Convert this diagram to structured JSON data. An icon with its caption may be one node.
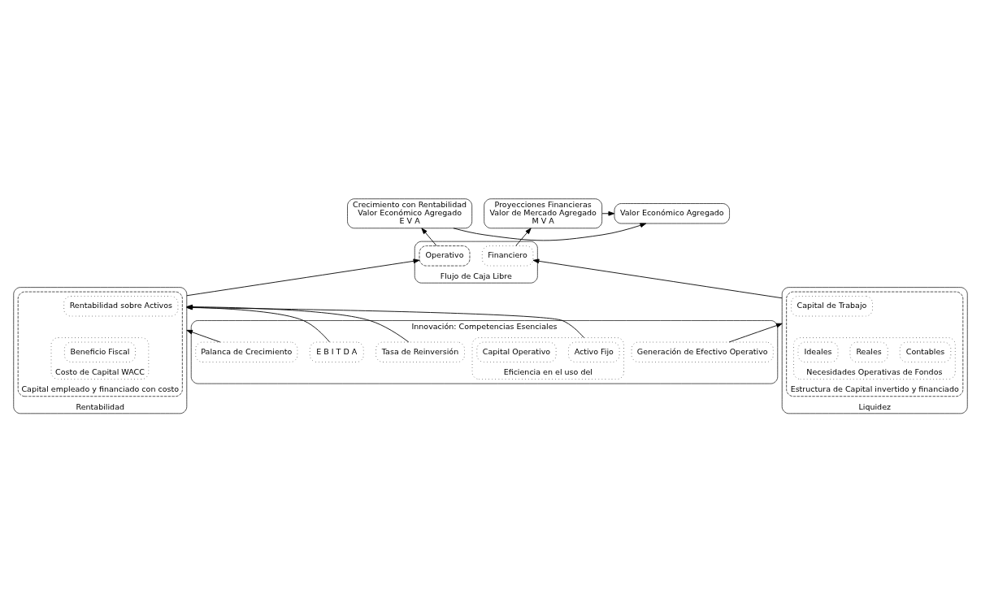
{
  "diagram": {
    "nodes": [
      {
        "text": [
          "Crecimiento con Rentabilidad",
          "Valor Económico Agregado",
          "E V A"
        ]
      },
      {
        "text": [
          "Valor Económico Agregado"
        ]
      },
      {
        "text": [
          "Proyecciones Financieras",
          "Valor de Mercado Agregado",
          "M V A"
        ]
      },
      {
        "text": [
          "Flujo de Caja Libre"
        ]
      },
      {
        "text": [
          "Operativo"
        ],
        "in": 3
      },
      {
        "text": [
          "Financiero"
        ],
        "in": 3
      },
      {
        "text": [
          "Rentabilidad"
        ]
      },
      {
        "text": [
          "Capital empleado y financiado con costo"
        ],
        "in": 6
      },
      {
        "text": [
          "Rentabilidad sobre Activos"
        ],
        "in": 7
      },
      {
        "text": [
          "Costo de Capital WACC"
        ],
        "in": 7
      },
      {
        "text": [
          "Beneficio Fiscal"
        ],
        "in": 9
      },
      {
        "text": [
          "Liquidez"
        ]
      },
      {
        "text": [
          "Estructura de Capital invertido y financiado"
        ],
        "in": 11
      },
      {
        "text": [
          "Capital de Trabajo"
        ],
        "in": 12
      },
      {
        "text": [
          "Necesidades Operativas de Fondos"
        ],
        "in": 12
      },
      {
        "text": [
          "Contables"
        ],
        "in": 14
      },
      {
        "text": [
          "Reales"
        ],
        "in": 14
      },
      {
        "text": [
          "Ideales"
        ],
        "in": 14
      },
      {
        "text": [
          "Innovación: Competencias Esenciales"
        ]
      },
      {
        "text": [
          "Tasa de Reinversión"
        ],
        "in": 18
      },
      {
        "text": [
          "Eficiencia en el uso del"
        ],
        "in": 18
      },
      {
        "text": [
          "Activo Fijo"
        ],
        "in": 20
      },
      {
        "text": [
          "Capital Operativo"
        ],
        "in": 20
      },
      {
        "text": [
          "E B I T D A"
        ],
        "in": 18
      },
      {
        "text": [
          "Palanca de Crecimiento"
        ],
        "in": 18
      },
      {
        "text": [
          "Generación de Efectivo Operativo"
        ],
        "in": 18
      }
    ],
    "edges": [
      {
        "from": 0,
        "to": 1,
        "arrow": "to"
      },
      {
        "from": 2,
        "to": 1,
        "arrow": "to"
      },
      {
        "from": 4,
        "to": 0,
        "arrow": "to"
      },
      {
        "from": 5,
        "to": 2,
        "arrow": "to"
      },
      {
        "from": 6,
        "to": 4,
        "arrow": "to"
      },
      {
        "from": 11,
        "to": 5,
        "arrow": "to"
      },
      {
        "from": 19,
        "to": 6,
        "arrow": "to"
      },
      {
        "from": 20,
        "to": 6,
        "arrow": "to"
      },
      {
        "from": 23,
        "to": 6,
        "arrow": "to"
      },
      {
        "from": 24,
        "to": 6,
        "arrow": "to"
      },
      {
        "from": 25,
        "to": 11,
        "arrow": "to"
      }
    ]
  }
}
